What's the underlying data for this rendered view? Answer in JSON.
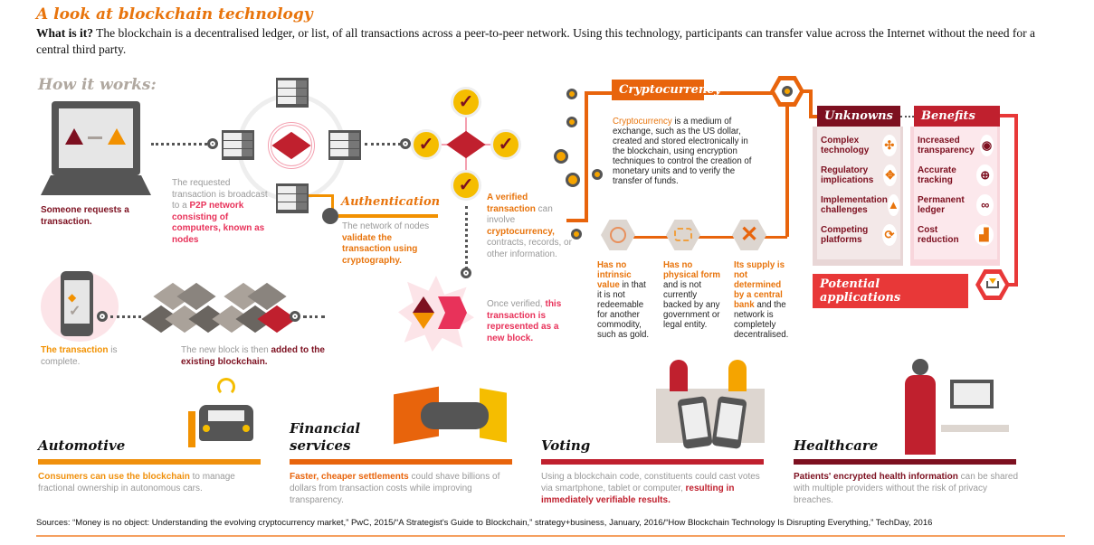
{
  "header": {
    "title": "A look at blockchain technology",
    "what_label": "What is it?",
    "what_text": " The blockchain is a decentralised ledger, or list, of all transactions across a peer-to-peer network. Using this technology, participants can transfer value across the Internet without the need for a central third party."
  },
  "how": {
    "title": "How it works:",
    "step1": "Someone requests a transaction.",
    "step2": {
      "a": "The requested transaction is broadcast to a ",
      "b": "P2P network consisting of computers, known as nodes"
    },
    "auth": {
      "title": "Authentication",
      "a": "The network of nodes ",
      "b": "validate the transaction using cryptography."
    },
    "verified": {
      "a": "A verified transaction",
      "b": " can involve ",
      "c": "cryptocurrency,",
      "d": " contracts, records, or other information."
    },
    "block": {
      "a": "Once verified, ",
      "b": "this transaction is represented as a new block."
    },
    "chain": {
      "a": "The new block is then ",
      "b": "added to the existing blockchain."
    },
    "complete": {
      "a": "The transaction",
      "b": " is complete."
    }
  },
  "crypto": {
    "title": "Cryptocurrency",
    "desc_a": "Cryptocurrency",
    "desc_b": " is a medium of exchange, such as the US dollar, created and stored electronically in the blockchain, using encryption techniques to control the creation of monetary units and to verify the transfer of funds.",
    "facts": [
      {
        "a": "Has no intrinsic value",
        "b": " in that it is not redeemable for another commodity, such as gold."
      },
      {
        "a": "Has no physical form",
        "b": " and is not currently backed by any government or legal entity."
      },
      {
        "a": "Its supply is not determined by a central bank",
        "b": " and the network is completely decentralised."
      }
    ]
  },
  "unknowns": {
    "title": "Unknowns",
    "items": [
      "Complex technology",
      "Regulatory implications",
      "Implementation challenges",
      "Competing platforms"
    ]
  },
  "benefits": {
    "title": "Benefits",
    "items": [
      "Increased transparency",
      "Accurate tracking",
      "Permanent ledger",
      "Cost reduction"
    ]
  },
  "potential": {
    "title": "Potential applications"
  },
  "applications": [
    {
      "title": "Automotive",
      "a": "Consumers can use the blockchain",
      "b": " to manage fractional ownership in autonomous cars.",
      "c": "",
      "color": "#f0900c"
    },
    {
      "title": "Financial services",
      "a": "Faster, cheaper settlements",
      "b": " could shave billions of dollars from transaction costs while improving transparency.",
      "c": "",
      "color": "#e8640c"
    },
    {
      "title": "Voting",
      "a": "",
      "b": "Using a blockchain code, constituents could cast votes via smartphone, tablet or computer, ",
      "c": "resulting in immediately verifiable results.",
      "color": "#c0202e"
    },
    {
      "title": "Healthcare",
      "a": "Patients' encrypted health information",
      "b": " can be shared with multiple providers without the risk of privacy breaches.",
      "c": "",
      "color": "#7d1020"
    }
  ],
  "sources": "Sources: “Money is no object: Understanding the evolving cryptocurrency market,” PwC, 2015/“A Strategist's Guide to Blockchain,” strategy+business, January, 2016/“How Blockchain Technology Is Disrupting Everything,” TechDay, 2016"
}
